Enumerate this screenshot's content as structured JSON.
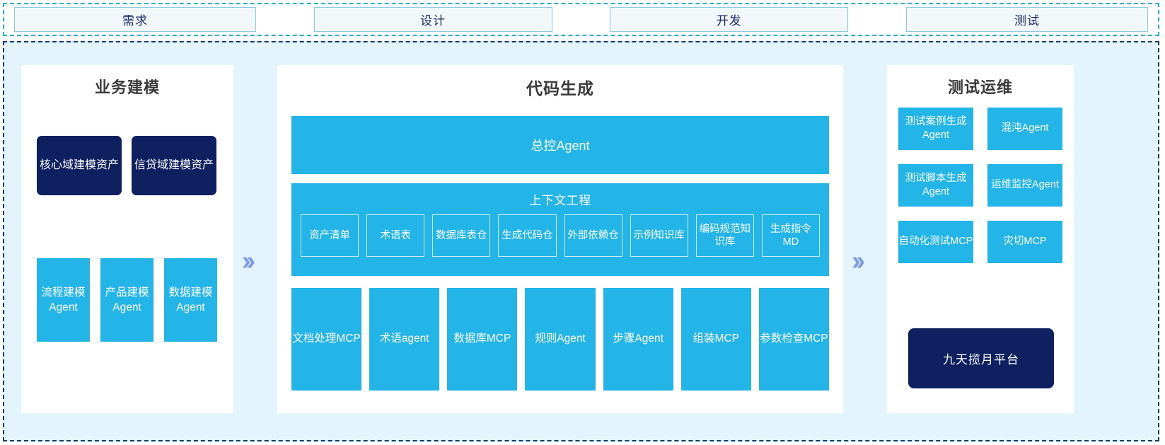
{
  "phases": {
    "items": [
      {
        "label": "需求"
      },
      {
        "label": "设计"
      },
      {
        "label": "开发"
      },
      {
        "label": "测试"
      }
    ]
  },
  "flow": {
    "chevron_glyph": "››"
  },
  "left_panel": {
    "title": "业务建模",
    "assets": [
      {
        "label": "核心域建模资产"
      },
      {
        "label": "信贷域建模资产"
      }
    ],
    "agents": [
      {
        "label": "流程建模Agent"
      },
      {
        "label": "产品建模Agent"
      },
      {
        "label": "数据建模Agent"
      }
    ]
  },
  "center_panel": {
    "title": "代码生成",
    "master_agent": "总控Agent",
    "context": {
      "title": "上下文工程",
      "items": [
        {
          "label": "资产清单"
        },
        {
          "label": "术语表"
        },
        {
          "label": "数据库表仓"
        },
        {
          "label": "生成代码仓"
        },
        {
          "label": "外部依赖仓"
        },
        {
          "label": "示例知识库"
        },
        {
          "label": "编码规范知识库"
        },
        {
          "label": "生成指令MD"
        }
      ]
    },
    "tools": [
      {
        "label": "文档处理MCP"
      },
      {
        "label": "术语agent"
      },
      {
        "label": "数据库MCP"
      },
      {
        "label": "规则Agent"
      },
      {
        "label": "步骤Agent"
      },
      {
        "label": "组装MCP"
      },
      {
        "label": "参数检查MCP"
      }
    ]
  },
  "right_panel": {
    "title": "测试运维",
    "items": [
      {
        "label": "测试案例生成Agent"
      },
      {
        "label": "混沌Agent"
      },
      {
        "label": "测试脚本生成Agent"
      },
      {
        "label": "运维监控Agent"
      },
      {
        "label": "自动化测试MCP"
      },
      {
        "label": "灾切MCP"
      }
    ],
    "platform": "九天揽月平台"
  },
  "colors": {
    "cyan": "#23B5E8",
    "navy": "#0E2060",
    "page_bg": "#E4F4FD",
    "chevron": "#7C9BEA",
    "phase_border": "#29ABD6",
    "region_border": "#123A72"
  }
}
